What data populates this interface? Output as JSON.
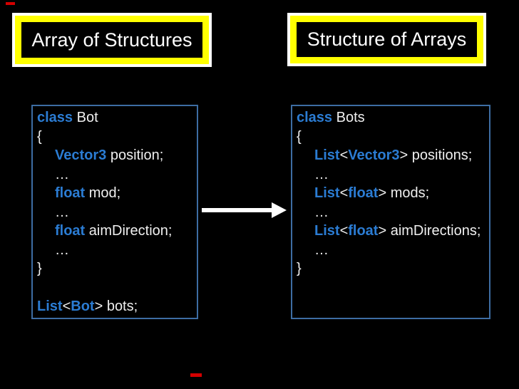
{
  "slide": {
    "background": "#000000",
    "title_left": "Array of Structures",
    "title_right": "Structure of Arrays",
    "colors": {
      "keyword_blue": "#2b7cd3",
      "code_text": "#f0f0f0",
      "code_box_border": "#3d6da3",
      "title_frame_yellow": "#ffff00",
      "title_frame_white": "#ffffff",
      "title_text": "#ffffff",
      "arrow": "#ffffff",
      "artifact_red": "#d40000"
    },
    "aos_code": {
      "lines": [
        {
          "indent": 0,
          "tokens": [
            {
              "t": "class",
              "k": true
            },
            {
              "t": " Bot",
              "k": false
            }
          ]
        },
        {
          "indent": 0,
          "tokens": [
            {
              "t": "{",
              "k": false
            }
          ]
        },
        {
          "indent": 1,
          "tokens": [
            {
              "t": "Vector3",
              "k": true
            },
            {
              "t": " position;",
              "k": false
            }
          ]
        },
        {
          "indent": 1,
          "tokens": [
            {
              "t": "…",
              "k": false
            }
          ]
        },
        {
          "indent": 1,
          "tokens": [
            {
              "t": "float",
              "k": true
            },
            {
              "t": " mod;",
              "k": false
            }
          ]
        },
        {
          "indent": 1,
          "tokens": [
            {
              "t": "…",
              "k": false
            }
          ]
        },
        {
          "indent": 1,
          "tokens": [
            {
              "t": "float",
              "k": true
            },
            {
              "t": " aimDirection;",
              "k": false
            }
          ]
        },
        {
          "indent": 1,
          "tokens": [
            {
              "t": "…",
              "k": false
            }
          ]
        },
        {
          "indent": 0,
          "tokens": [
            {
              "t": "}",
              "k": false
            }
          ]
        },
        {
          "indent": 0,
          "tokens": []
        },
        {
          "indent": 0,
          "tokens": [
            {
              "t": "List",
              "k": true
            },
            {
              "t": "<",
              "k": false
            },
            {
              "t": "Bot",
              "k": true
            },
            {
              "t": "> bots;",
              "k": false
            }
          ]
        }
      ]
    },
    "soa_code": {
      "lines": [
        {
          "indent": 0,
          "tokens": [
            {
              "t": "class",
              "k": true
            },
            {
              "t": " Bots",
              "k": false
            }
          ]
        },
        {
          "indent": 0,
          "tokens": [
            {
              "t": "{",
              "k": false
            }
          ]
        },
        {
          "indent": 1,
          "tokens": [
            {
              "t": "List",
              "k": true
            },
            {
              "t": "<",
              "k": false
            },
            {
              "t": "Vector3",
              "k": true
            },
            {
              "t": "> positions;",
              "k": false
            }
          ]
        },
        {
          "indent": 1,
          "tokens": [
            {
              "t": "…",
              "k": false
            }
          ]
        },
        {
          "indent": 1,
          "tokens": [
            {
              "t": "List",
              "k": true
            },
            {
              "t": "<",
              "k": false
            },
            {
              "t": "float",
              "k": true
            },
            {
              "t": "> mods;",
              "k": false
            }
          ]
        },
        {
          "indent": 1,
          "tokens": [
            {
              "t": "…",
              "k": false
            }
          ]
        },
        {
          "indent": 1,
          "tokens": [
            {
              "t": "List",
              "k": true
            },
            {
              "t": "<",
              "k": false
            },
            {
              "t": "float",
              "k": true
            },
            {
              "t": "> aimDirections;",
              "k": false
            }
          ]
        },
        {
          "indent": 1,
          "tokens": [
            {
              "t": "…",
              "k": false
            }
          ]
        },
        {
          "indent": 0,
          "tokens": [
            {
              "t": "}",
              "k": false
            }
          ]
        }
      ]
    }
  }
}
